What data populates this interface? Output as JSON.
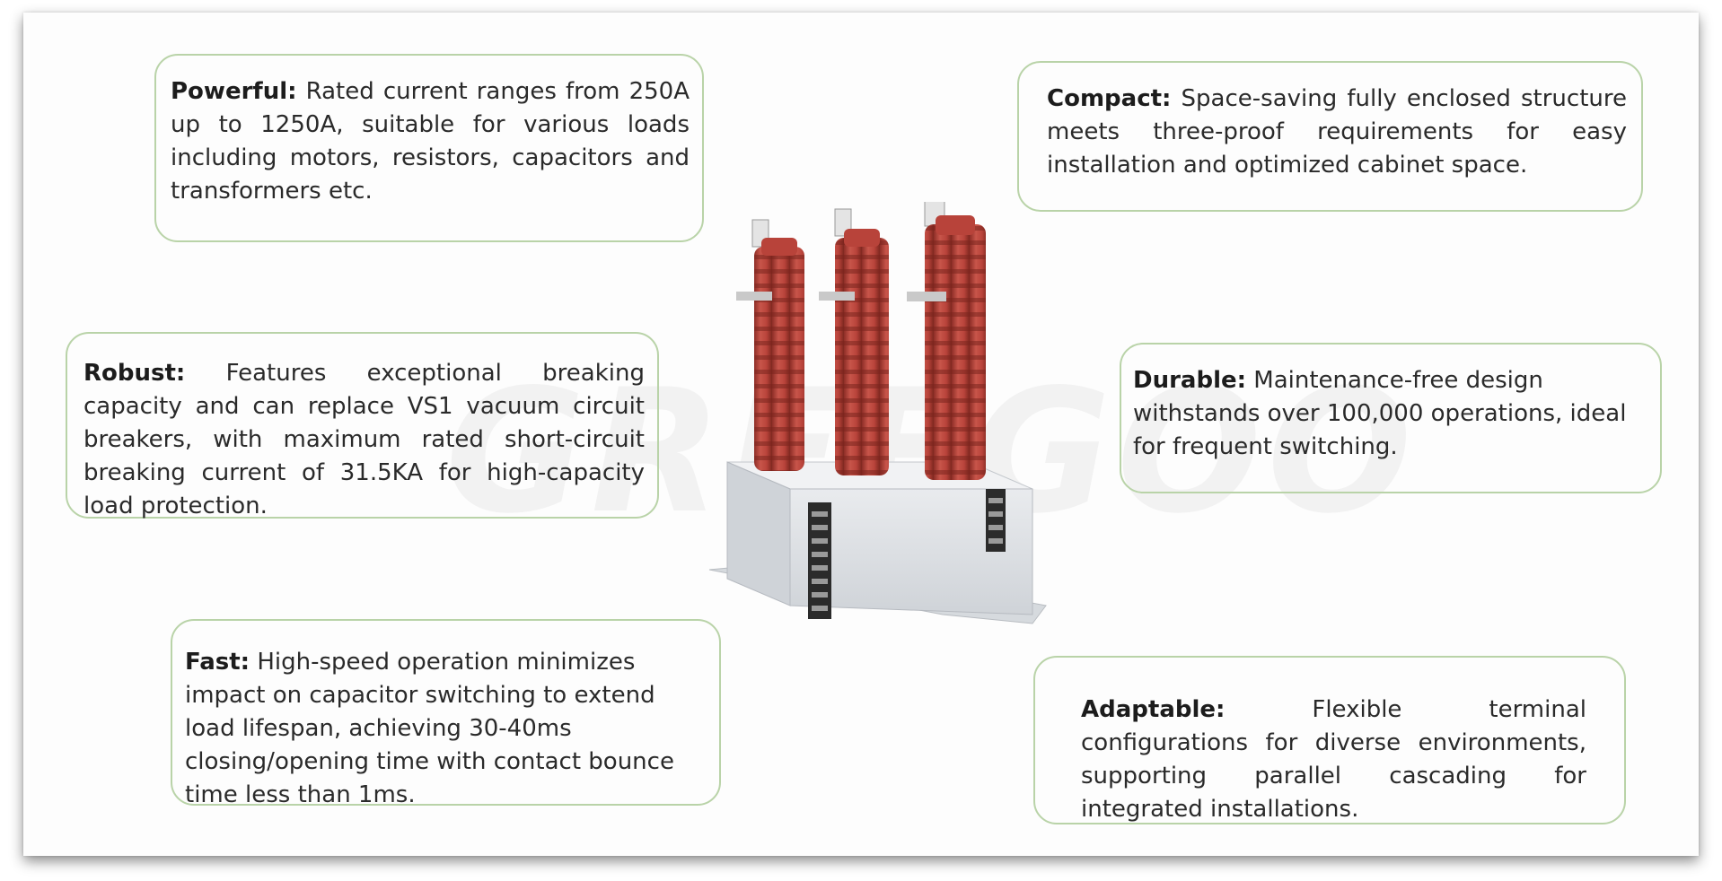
{
  "watermark": "GREEGOO",
  "features": {
    "powerful": {
      "title": "Powerful:",
      "text": " Rated current ranges from 250A up to 1250A, suitable for various loads including motors, resistors, capacitors and transformers etc."
    },
    "compact": {
      "title": "Compact:",
      "text": " Space-saving fully enclosed structure meets three-proof requirements for easy installation and optimized cabinet space."
    },
    "robust": {
      "title": "Robust:",
      "text": " Features exceptional breaking capacity and can replace VS1 vacuum circuit breakers, with maximum rated short-circuit breaking current of 31.5KA for high-capacity load protection."
    },
    "durable": {
      "title": "Durable:",
      "text": " Maintenance-free design withstands over 100,000 operations, ideal for frequent switching."
    },
    "fast": {
      "title": "Fast:",
      "text": " High-speed operation minimizes impact on capacitor switching to extend load lifespan, achieving 30-40ms closing/opening time with contact bounce time less than 1ms."
    },
    "adaptable": {
      "title": "Adaptable:",
      "text": " Flexible terminal configurations for diverse environments, supporting parallel cascading for integrated installations."
    }
  },
  "colors": {
    "box_border": "#b9d3a8",
    "insulator_red": "#b8433a",
    "housing_grey": "#dcdfe3"
  },
  "product_image": "vacuum-circuit-breaker-illustration"
}
